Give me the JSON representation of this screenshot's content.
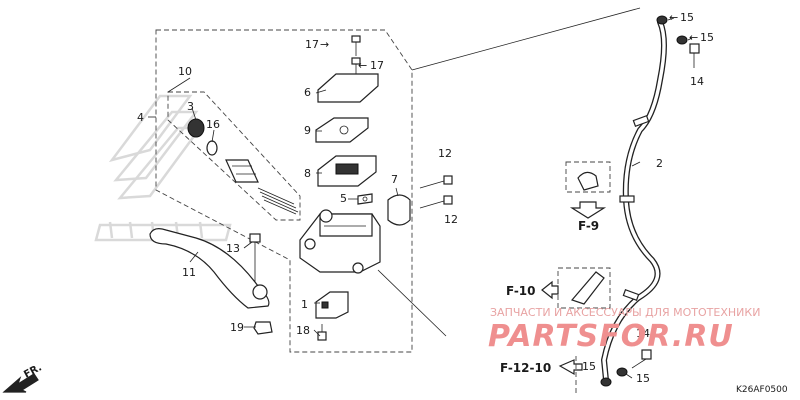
{
  "callouts": [
    {
      "id": "l1",
      "text": "1"
    },
    {
      "id": "l2",
      "text": "2"
    },
    {
      "id": "l3",
      "text": "3"
    },
    {
      "id": "l4",
      "text": "4"
    },
    {
      "id": "l5",
      "text": "5"
    },
    {
      "id": "l6",
      "text": "6"
    },
    {
      "id": "l7",
      "text": "7"
    },
    {
      "id": "l8",
      "text": "8"
    },
    {
      "id": "l9",
      "text": "9"
    },
    {
      "id": "l10",
      "text": "10"
    },
    {
      "id": "l11",
      "text": "11"
    },
    {
      "id": "l12a",
      "text": "12"
    },
    {
      "id": "l12b",
      "text": "12"
    },
    {
      "id": "l13",
      "text": "13"
    },
    {
      "id": "l14a",
      "text": "14"
    },
    {
      "id": "l14b",
      "text": "14"
    },
    {
      "id": "l15a",
      "text": "15"
    },
    {
      "id": "l15b",
      "text": "15"
    },
    {
      "id": "l15c",
      "text": "15"
    },
    {
      "id": "l15d",
      "text": "15"
    },
    {
      "id": "l16",
      "text": "16"
    },
    {
      "id": "l17a",
      "text": "17"
    },
    {
      "id": "l17b",
      "text": "17"
    },
    {
      "id": "l18",
      "text": "18"
    },
    {
      "id": "l19",
      "text": "19"
    }
  ],
  "references": {
    "f9": "F-9",
    "f10": "F-10",
    "f1210": "F-12-10"
  },
  "direction_label": "FR.",
  "diagram_code": "K26AF0500",
  "watermark": {
    "tagline": "ЗАПЧАСТИ И АКСЕССУАРЫ ДЛЯ МОТОТЕХНИКИ",
    "brand": "PARTSFOR.RU",
    "color": "#ef8f8f"
  },
  "colors": {
    "line": "#222222",
    "background": "#ffffff"
  }
}
